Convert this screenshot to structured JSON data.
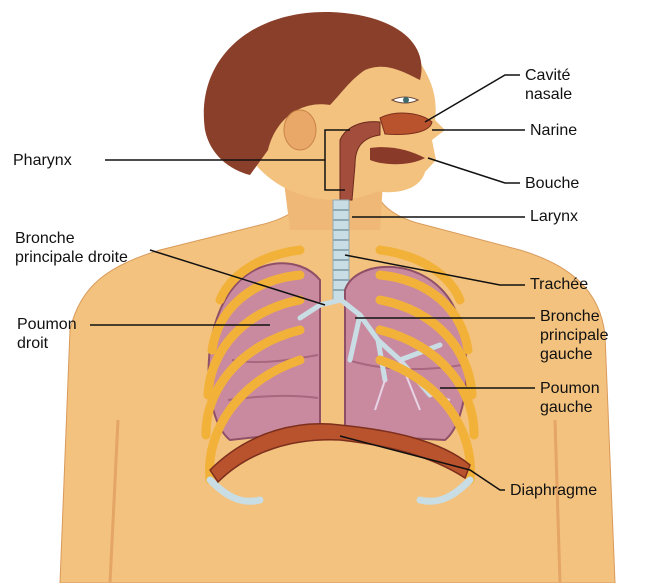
{
  "labels": {
    "cavite_nasale": "Cavité\nnasale",
    "narine": "Narine",
    "bouche": "Bouche",
    "pharynx": "Pharynx",
    "larynx": "Larynx",
    "bronche_droite": "Bronche\nprincipale droite",
    "trachee": "Trachée",
    "poumon_droit": "Poumon\ndroit",
    "bronche_gauche": "Bronche\nprincipale\ngauche",
    "poumon_gauche": "Poumon\ngauche",
    "diaphragme": "Diaphragme"
  },
  "colors": {
    "skin": "#f3c27f",
    "skin_shadow": "#e4a565",
    "hair": "#8a3f2a",
    "lung": "#c98aa0",
    "lung_dark": "#a8667f",
    "rib": "#f2b23a",
    "cartilage": "#c9dde4",
    "diaphragm": "#b8532e",
    "airway": "#a34d3c",
    "line": "#111111"
  }
}
